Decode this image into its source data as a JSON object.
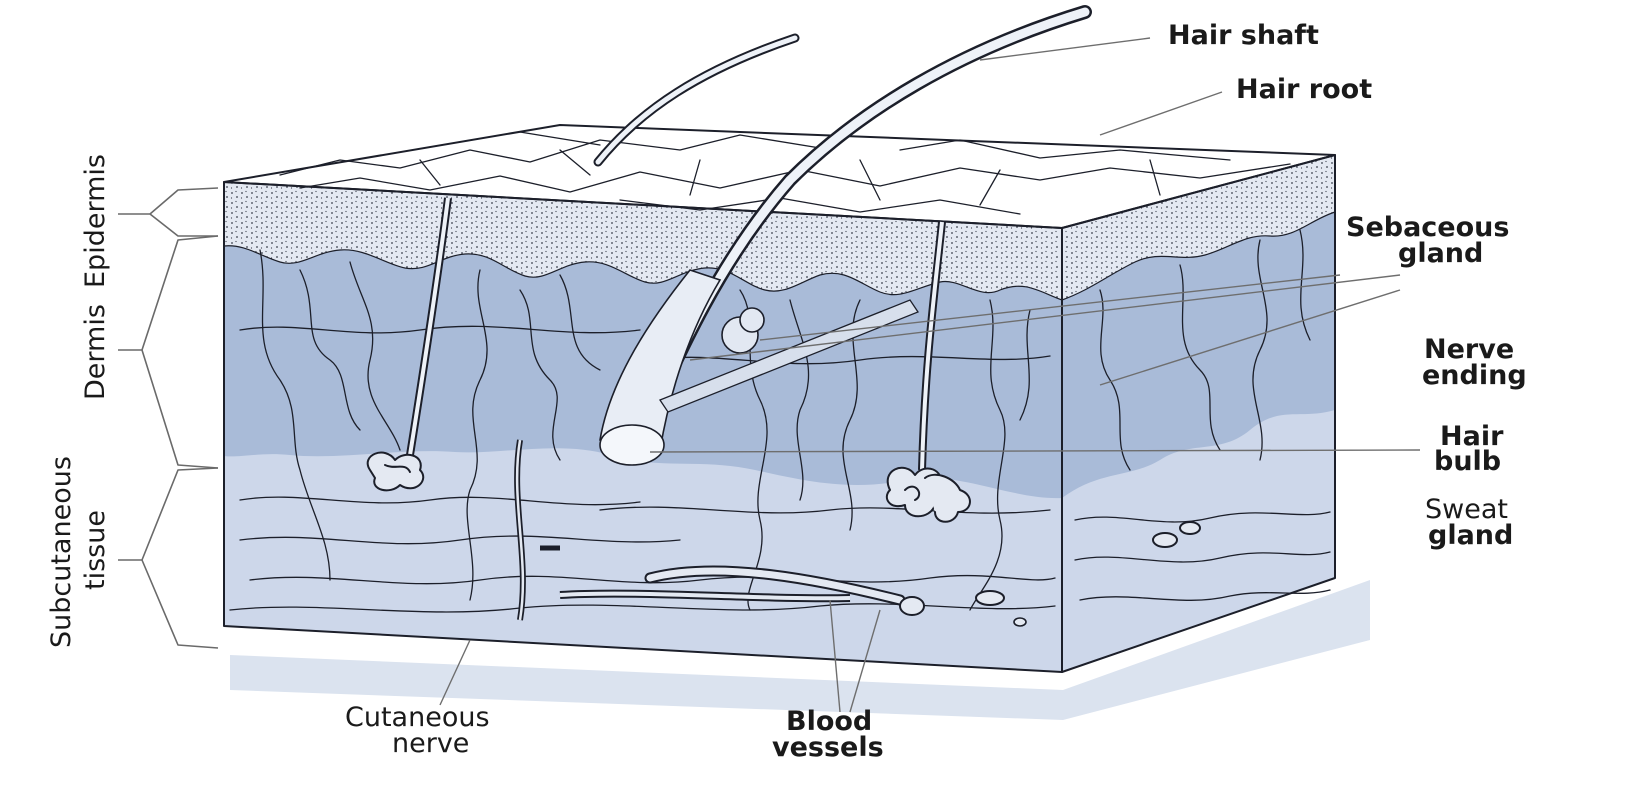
{
  "labels": {
    "hair_shaft": "Hair shaft",
    "hair_root": "Hair root",
    "sebaceous_gland": [
      "Sebaceous",
      "gland"
    ],
    "nerve_ending": [
      "Nerve",
      "ending"
    ],
    "hair_bulb": [
      "Hair",
      "bulb"
    ],
    "sweat_gland": [
      "Sweat",
      "gland"
    ],
    "cutaneous_nerve": [
      "Cutaneous",
      "nerve"
    ],
    "blood_vessels": [
      "Blood",
      "vessels"
    ],
    "epidermis": "Epidermis",
    "dermis": "Dermis",
    "subcutaneous_tissue": [
      "Subcutaneous",
      "tissue"
    ]
  },
  "colors": {
    "dermis_fill": "#a9bbd8",
    "subcutaneous_fill": "#cdd7ea",
    "epidermis_fill": "#e4e9f2",
    "surface_fill": "#c7d3e8",
    "ink": "#1c1f2a",
    "shadow": "#dbe3ef"
  }
}
